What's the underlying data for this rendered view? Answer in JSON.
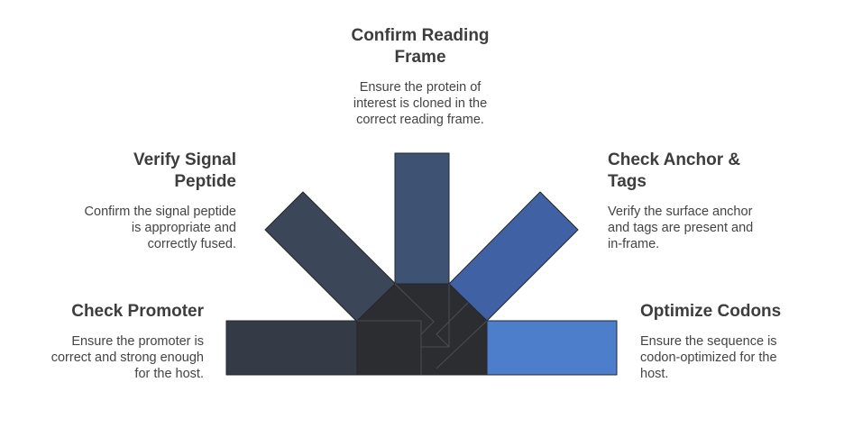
{
  "steps": [
    {
      "title": "Check Promoter",
      "description": "Ensure the promoter is\ncorrect and strong enough\nfor the host.",
      "color": "#343a46"
    },
    {
      "title": "Verify Signal\nPeptide",
      "description": "Confirm the signal peptide\nis appropriate and\ncorrectly fused.",
      "color": "#3b4659"
    },
    {
      "title": "Confirm Reading\nFrame",
      "description": "Ensure the protein of\ninterest is cloned in the\ncorrect reading frame.",
      "color": "#3e5273"
    },
    {
      "title": "Check Anchor &\nTags",
      "description": "Verify the surface anchor\nand tags are present and\nin-frame.",
      "color": "#4062a5"
    },
    {
      "title": "Optimize Codons",
      "description": "Ensure the sequence is\ncodon-optimized for the\nhost.",
      "color": "#4c7ecb"
    }
  ],
  "hub_color": "#2c2d31",
  "outline_color": "#25272c"
}
